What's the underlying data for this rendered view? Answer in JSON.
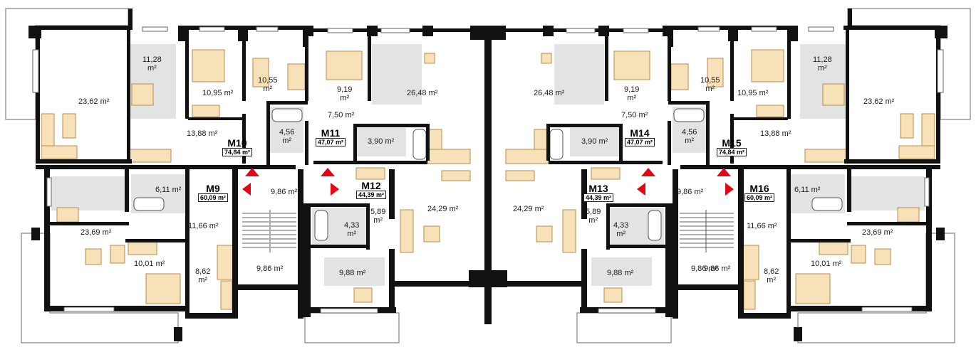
{
  "colors": {
    "wall": "#111111",
    "floor": "#ffffff",
    "kitchen_floor": "#e2e3e4",
    "terrace_outline": "#9a9a9a",
    "furniture_fill": "#f6e1b9",
    "furniture_stroke": "#b88a4a",
    "arrow": "#e30613"
  },
  "apartments": [
    {
      "code": "M10",
      "area": "74,84 m²"
    },
    {
      "code": "M11",
      "area": "47,07 m²"
    },
    {
      "code": "M9",
      "area": "60,09 m²"
    },
    {
      "code": "M12",
      "area": "44,39 m²"
    },
    {
      "code": "M13",
      "area": "44,39 m²"
    },
    {
      "code": "M14",
      "area": "47,07 m²"
    },
    {
      "code": "M15",
      "area": "74,84 m²"
    },
    {
      "code": "M16",
      "area": "60,09 m²"
    }
  ],
  "rooms": [
    {
      "a": "23,62 m²"
    },
    {
      "a": "11,28",
      "b": "m²"
    },
    {
      "a": "10,95 m²"
    },
    {
      "a": "10,55",
      "b": "m²"
    },
    {
      "a": "9,19",
      "b": "m²"
    },
    {
      "a": "26,48 m²"
    },
    {
      "a": "4,56",
      "b": "m²"
    },
    {
      "a": "7,50 m²"
    },
    {
      "a": "13,88 m²"
    },
    {
      "a": "3,90 m²"
    },
    {
      "a": "6,11 m²"
    },
    {
      "a": "9,86 m²"
    },
    {
      "a": "5,89",
      "b": "m²"
    },
    {
      "a": "24,29 m²"
    },
    {
      "a": "4,33",
      "b": "m²"
    },
    {
      "a": "23,69 m²"
    },
    {
      "a": "11,66 m²"
    },
    {
      "a": "10,01 m²"
    },
    {
      "a": "8,62",
      "b": "m²"
    },
    {
      "a": "9,86 m²"
    },
    {
      "a": "9,88 m²"
    },
    {
      "a": "24,29 m²"
    },
    {
      "a": "5,89",
      "b": "m²"
    },
    {
      "a": "4,33",
      "b": "m²"
    },
    {
      "a": "9,88 m²"
    },
    {
      "a": "9,86 m²"
    },
    {
      "a": "26,48 m²"
    },
    {
      "a": "9,19",
      "b": "m²"
    },
    {
      "a": "7,50 m²"
    },
    {
      "a": "3,90 m²"
    },
    {
      "a": "10,55",
      "b": "m²"
    },
    {
      "a": "10,95 m²"
    },
    {
      "a": "11,28",
      "b": "m²"
    },
    {
      "a": "23,62 m²"
    },
    {
      "a": "4,56",
      "b": "m²"
    },
    {
      "a": "13,88 m²"
    },
    {
      "a": "9,86 m²"
    },
    {
      "a": "6,11 m²"
    },
    {
      "a": "11,66 m²"
    },
    {
      "a": "23,69 m²"
    },
    {
      "a": "10,01 m²"
    },
    {
      "a": "8,62",
      "b": "m²"
    },
    {
      "a": "9,86 m²"
    }
  ]
}
